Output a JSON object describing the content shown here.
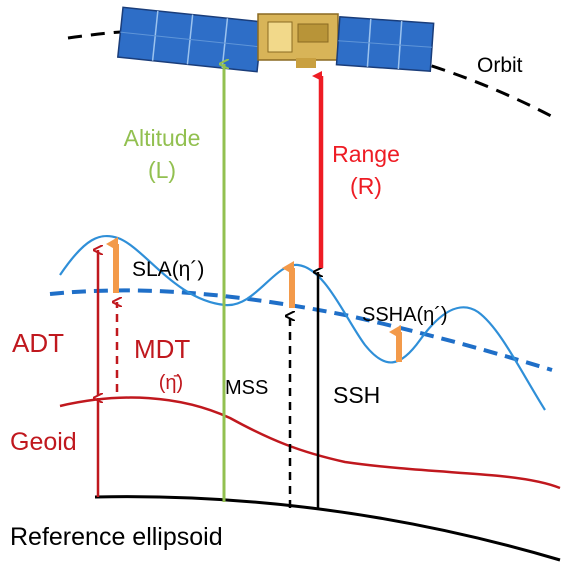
{
  "labels": {
    "orbit": "Orbit",
    "altitude": "Altitude",
    "altitude_symbol": "(L)",
    "range": "Range",
    "range_symbol": "(R)",
    "sla": "SLA(η´)",
    "ssha": "SSHA(η´)",
    "adt": "ADT",
    "mdt": "MDT",
    "mdt_symbol": "(η̄)",
    "mss": "MSS",
    "ssh": "SSH",
    "geoid": "Geoid",
    "reference_ellipsoid": "Reference ellipsoid"
  },
  "colors": {
    "range_red": "#ee1c24",
    "altitude_green": "#92c050",
    "geoid_red": "#c0181e",
    "sea_surface_blue": "#2f8fd8",
    "mss_dashed_blue": "#1f6fc8",
    "anomaly_orange": "#f39a4a",
    "orbit_black": "#000000",
    "panel_blue": "#2e6ec7",
    "body_gold": "#d8b458"
  },
  "icons": {
    "satellite": "satellite-icon"
  }
}
